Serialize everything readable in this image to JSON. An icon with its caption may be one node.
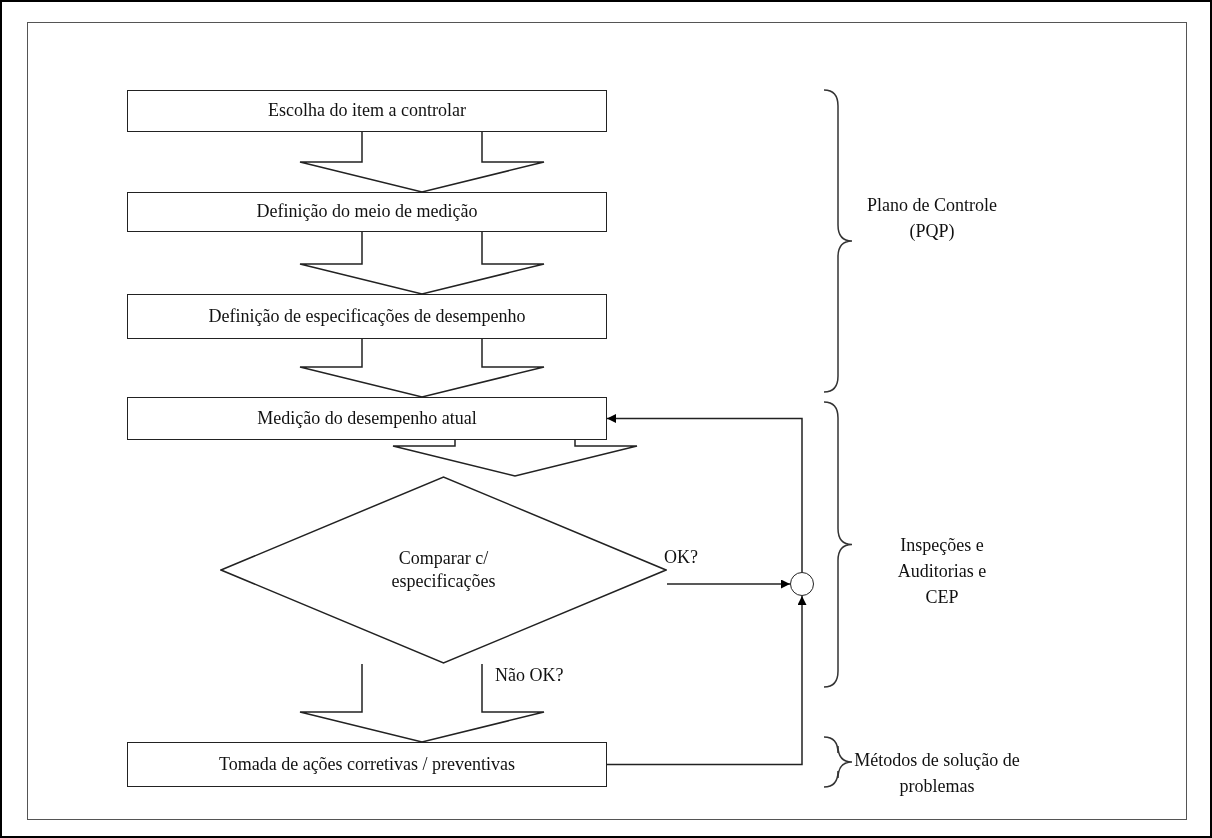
{
  "diagram": {
    "nodes": [
      {
        "text": [
          "Escolha do item a controlar"
        ]
      },
      {
        "text": [
          "Definição do meio de medição"
        ]
      },
      {
        "text": [
          "Definição de especificações de desempenho"
        ]
      },
      {
        "text": [
          "Medição do desempenho atual"
        ]
      },
      {
        "text": [
          "Comparar c/ especificações"
        ]
      },
      {
        "text": [],
        "shape": "circle"
      },
      {
        "text": [
          "Tomada de ações corretivas / preventivas"
        ]
      }
    ],
    "edges": [
      {
        "from": 0,
        "to": 1,
        "arrow": "to"
      },
      {
        "from": 1,
        "to": 2,
        "arrow": "to"
      },
      {
        "from": 2,
        "to": 3,
        "arrow": "to"
      },
      {
        "from": 3,
        "to": 4,
        "arrow": "to"
      },
      {
        "from": 4,
        "to": 6,
        "arrow": "to",
        "label": "Não OK?"
      },
      {
        "from": 4,
        "to": 5,
        "arrow": "to",
        "label": "OK?"
      },
      {
        "from": 6,
        "to": 5,
        "arrow": "to"
      },
      {
        "from": 5,
        "to": 3,
        "arrow": "to"
      }
    ],
    "labels": [
      "Plano de Controle (PQP)",
      "Inspeções e Auditorias e CEP",
      "Métodos de solução de problemas"
    ]
  }
}
